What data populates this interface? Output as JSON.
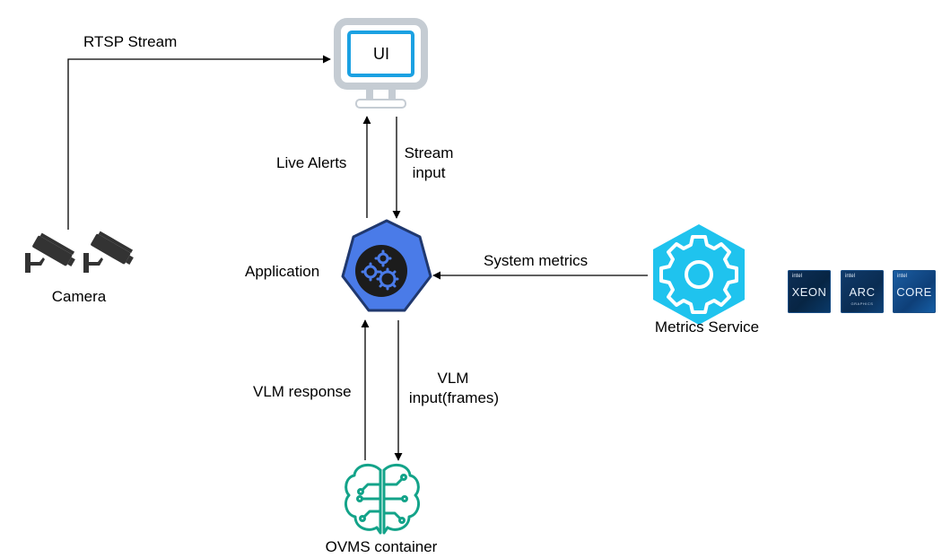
{
  "labels": {
    "ui": "UI",
    "rtsp_stream": "RTSP Stream",
    "camera": "Camera",
    "live_alerts": "Live Alerts",
    "stream_input_line1": "Stream",
    "stream_input_line2": "input",
    "application": "Application",
    "system_metrics": "System metrics",
    "metrics_service": "Metrics Service",
    "vlm_response": "VLM response",
    "vlm_input_line1": "VLM",
    "vlm_input_line2": "input(frames)",
    "ovms_container": "OVMS container"
  },
  "chips": [
    {
      "brand": "intel",
      "name": "XEON",
      "sub": ""
    },
    {
      "brand": "intel",
      "name": "ARC",
      "sub": "GRAPHICS"
    },
    {
      "brand": "intel",
      "name": "CORE",
      "sub": ""
    }
  ],
  "colors": {
    "monitor_frame": "#c5ccd3",
    "monitor_screen": "#1ba1e2",
    "application_outer": "#20386e",
    "application_inner": "#4a7be8",
    "metrics_service": "#1fc3ee",
    "ovms": "#13a389",
    "camera": "#333333",
    "arrow": "#000000"
  },
  "icons": {
    "ui": "monitor-icon",
    "camera": "cctv-camera-icon",
    "application": "gears-heptagon-icon",
    "metrics_service": "gear-hexagon-icon",
    "ovms": "ai-brain-circuit-icon"
  }
}
